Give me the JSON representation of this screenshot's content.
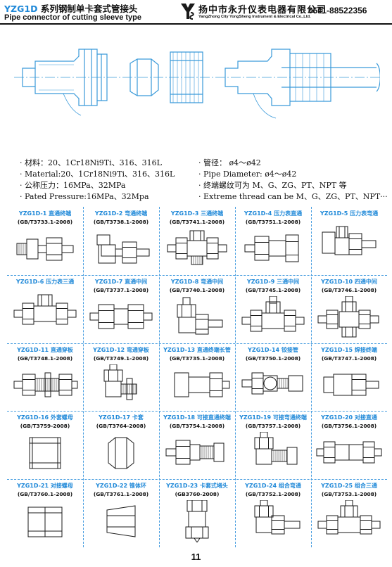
{
  "header": {
    "code": "YZG1D",
    "title_cn": "系列钢制单卡套式管接头",
    "title_en": "Pipe connector of cutting sleeve type",
    "company_cn": "扬中市永升仪表电器有限公司",
    "company_en": "YangZhong City YongSheng Instrument & Electrical Co.,Ltd.",
    "phone": "0511-88522356",
    "logo_icon": "ys-logo-icon"
  },
  "specs": {
    "material_cn": "· 材料：20、1Cr18Ni9Ti、316、316L",
    "material_en": "· Material:20、1Cr18Ni9Ti、316、316L",
    "pressure_cn": "· 公称压力：16MPa、32MPa",
    "pressure_en": "· Pated Pressure:16MPa、32Mpa",
    "diameter_cn": "· 管径：  ø4～ø42",
    "diameter_en": "· Pipe  Diameter:  ø4～ø42",
    "thread_cn": "· 终端螺纹可为 M、G、ZG、PT、NPT 等",
    "thread_en": "· Extreme thread can be M、G、ZG、PT、NPT···"
  },
  "products": [
    {
      "name": "YZG1D-1 直通终端",
      "std": "(GB/T3733.1-2008)"
    },
    {
      "name": "YZG1D-2 弯通终端",
      "std": "(GB/T3738.1-2008)"
    },
    {
      "name": "YZG1D-3 三通终端",
      "std": "(GB/T3741.1-2008)"
    },
    {
      "name": "YZG1D-4 压力表直通",
      "std": "(GB/T3751.1-2008)"
    },
    {
      "name": "YZG1D-5 压力表弯通",
      "std": ""
    },
    {
      "name": "YZG1D-6 压力表三通",
      "std": ""
    },
    {
      "name": "YZG1D-7 直通中间",
      "std": "(GB/T3737.1-2008)"
    },
    {
      "name": "YZG1D-8 弯通中间",
      "std": "(GB/T3740.1-2008)"
    },
    {
      "name": "YZG1D-9 三通中间",
      "std": "(GB/T3745.1-2008)"
    },
    {
      "name": "YZG1D-10 四通中间",
      "std": "(GB/T3746.1-2008)"
    },
    {
      "name": "YZG1D-11 直通穿板",
      "std": "(GB/T3748.1-2008)"
    },
    {
      "name": "YZG1D-12 弯通穿板",
      "std": "(GB/T3749.1-2008)"
    },
    {
      "name": "YZG1D-13 直通终端长管",
      "std": "(GB/T3735.1-2008)"
    },
    {
      "name": "YZG1D-14 铰接管",
      "std": "(GB/T3750.1-2008)"
    },
    {
      "name": "YZG1D-15 焊接终端",
      "std": "(GB/T3747.1-2008)"
    },
    {
      "name": "YZG1D-16 外套螺母",
      "std": "(GB/T3759-2008)"
    },
    {
      "name": "YZG1D-17 卡套",
      "std": "(GB/T3764-2008)"
    },
    {
      "name": "YZG1D-18 可接直通终端",
      "std": "(GB/T3754.1-2008)"
    },
    {
      "name": "YZG1D-19 可接弯通终端",
      "std": "(GB/T3757.1-2008)"
    },
    {
      "name": "YZG1D-20 对接直通",
      "std": "(GB/T3756.1-2008)"
    },
    {
      "name": "YZG1D-21 对接螺母",
      "std": "(GB/T3760.1-2008)"
    },
    {
      "name": "YZG1D-22 锥体环",
      "std": "(GB/T3761.1-2008)"
    },
    {
      "name": "YZG1D-23 卡套式堵头",
      "std": "(GB3760-2008)"
    },
    {
      "name": "YZG1D-24 组合弯通",
      "std": "(GB/T3752.1-2008)"
    },
    {
      "name": "YZG1D-25 组合三通",
      "std": "(GB/T3753.1-2008)"
    }
  ],
  "colors": {
    "accent": "#1e88d8",
    "drawing": "#3a9ad9",
    "ink": "#111111"
  },
  "page_number": "11"
}
